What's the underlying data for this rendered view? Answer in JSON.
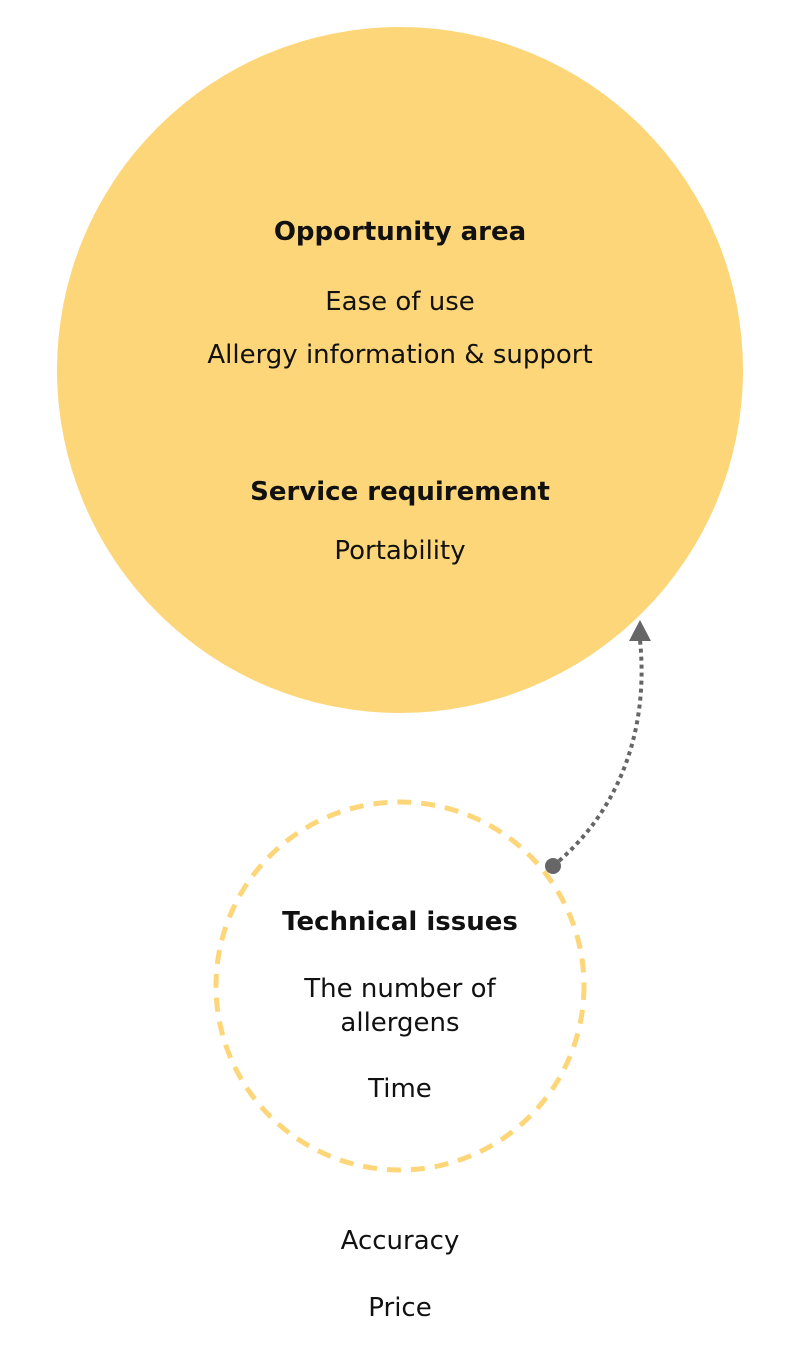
{
  "colors": {
    "big_circle_fill": "#FDD679",
    "dashed_circle_stroke": "#FDD679",
    "arrow": "#666666",
    "text": "#111111"
  },
  "opportunity": {
    "heading": "Opportunity area",
    "items": [
      "Ease of use",
      "Allergy information & support"
    ]
  },
  "service": {
    "heading": "Service requirement",
    "items": [
      "Portability"
    ]
  },
  "technical": {
    "heading": "Technical issues",
    "items": [
      "The number of allergens",
      "Time"
    ]
  },
  "outside": {
    "items": [
      "Accuracy",
      "Price"
    ]
  }
}
